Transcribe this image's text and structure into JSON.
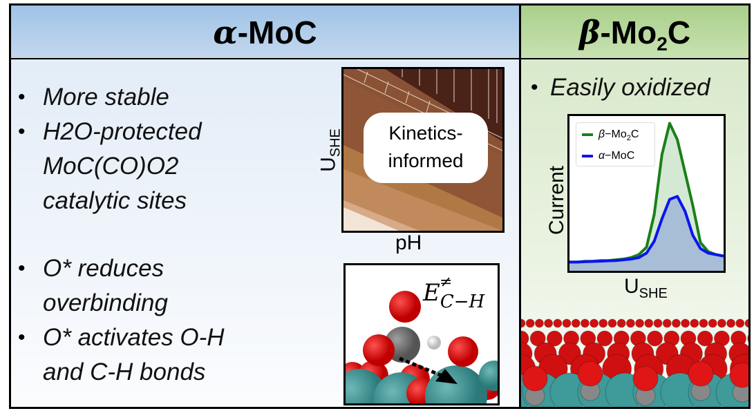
{
  "alpha": {
    "title_greek": "α",
    "title_rest": "-MoC",
    "bullets": [
      {
        "lines": [
          "More stable"
        ]
      },
      {
        "lines": [
          "H2O-protected",
          "MoC(CO)O2",
          "catalytic sites"
        ]
      },
      {
        "lines": [
          "O* reduces",
          "overbinding"
        ]
      },
      {
        "lines": [
          "O* activates O-H",
          "and C-H bonds"
        ]
      }
    ],
    "phase_diagram": {
      "label": "Kinetics-informed",
      "label_line1": "Kinetics-",
      "label_line2": "informed",
      "xlabel": "pH",
      "ylabel_main": "U",
      "ylabel_sub": "SHE"
    },
    "barrier_label": {
      "main": "E",
      "sup": "≠",
      "sub": "C−H"
    }
  },
  "beta": {
    "title_greek": "β",
    "title_rest": "-Mo",
    "title_sub": "2",
    "title_end": "C",
    "bullet": "Easily oxidized"
  },
  "chart_data": {
    "type": "area",
    "xlabel_main": "U",
    "xlabel_sub": "SHE",
    "ylabel": "Current",
    "x": [
      0,
      0.05,
      0.1,
      0.15,
      0.2,
      0.25,
      0.3,
      0.35,
      0.4,
      0.45,
      0.5,
      0.55,
      0.6,
      0.65,
      0.7,
      0.75,
      0.8,
      0.85,
      0.9,
      0.95,
      1
    ],
    "ylim": [
      0,
      1
    ],
    "legend_position": "top-left",
    "series": [
      {
        "name": "β−Mo2C",
        "legend_greek": "β",
        "legend_rest": "−Mo",
        "legend_sub": "2",
        "legend_end": "C",
        "color": "#1a801a",
        "fill": "#cfe6cf",
        "values": [
          0.04,
          0.04,
          0.045,
          0.045,
          0.05,
          0.05,
          0.055,
          0.06,
          0.07,
          0.09,
          0.14,
          0.36,
          0.76,
          0.97,
          0.86,
          0.64,
          0.42,
          0.17,
          0.11,
          0.09,
          0.08
        ]
      },
      {
        "name": "α−MoC",
        "legend_greek": "α",
        "legend_rest": "−MoC",
        "color": "#0a14f0",
        "fill": "#a3b8d6",
        "values": [
          0.04,
          0.04,
          0.042,
          0.044,
          0.046,
          0.048,
          0.05,
          0.055,
          0.06,
          0.07,
          0.1,
          0.18,
          0.33,
          0.46,
          0.48,
          0.38,
          0.22,
          0.13,
          0.1,
          0.09,
          0.08
        ]
      }
    ]
  }
}
